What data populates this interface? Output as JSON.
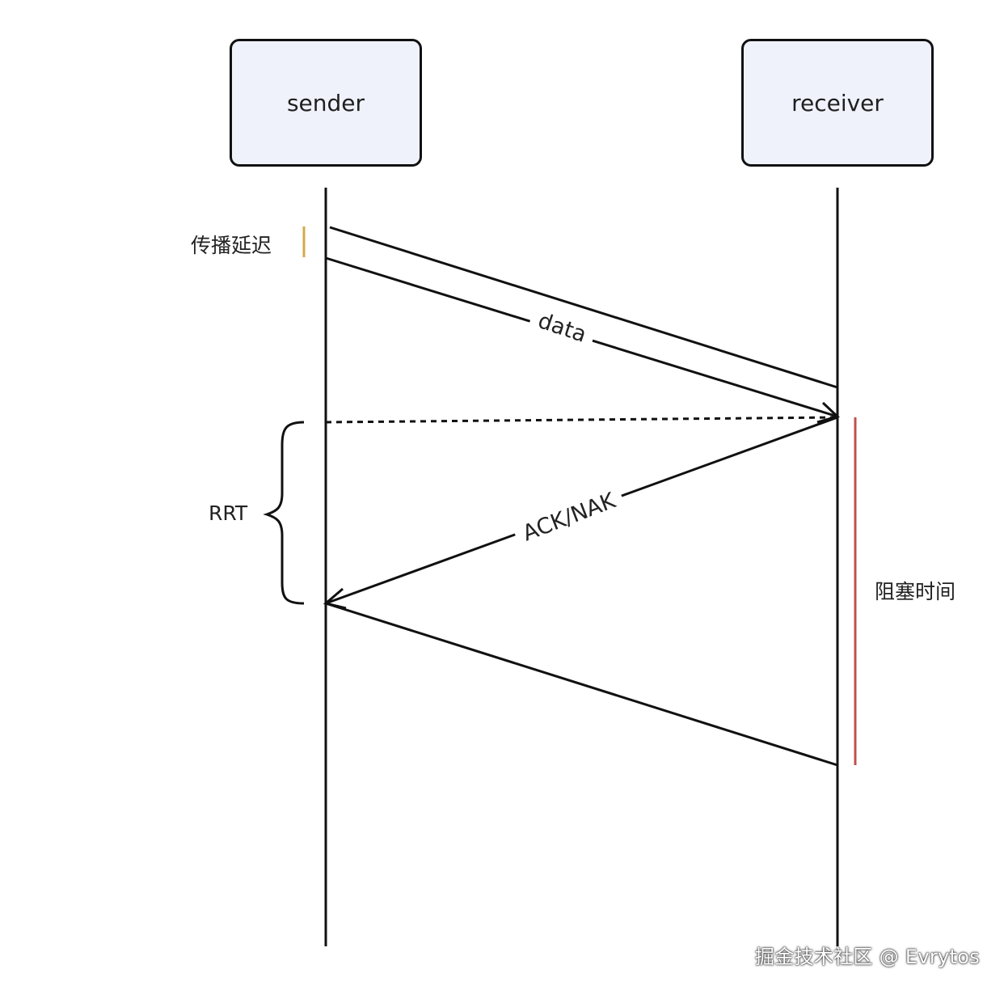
{
  "participants": {
    "sender": "sender",
    "receiver": "receiver"
  },
  "messages": {
    "data": "data",
    "ack": "ACK/NAK"
  },
  "annotations": {
    "propagation_delay": "传播延迟",
    "rrt": "RRT",
    "blocking_time": "阻塞时间"
  },
  "watermark": "掘金技术社区 @ Evrytos",
  "colors": {
    "box_fill": "#eff2fa",
    "propagation_marker": "#d4a94a",
    "blocking_marker": "#c0504d"
  }
}
